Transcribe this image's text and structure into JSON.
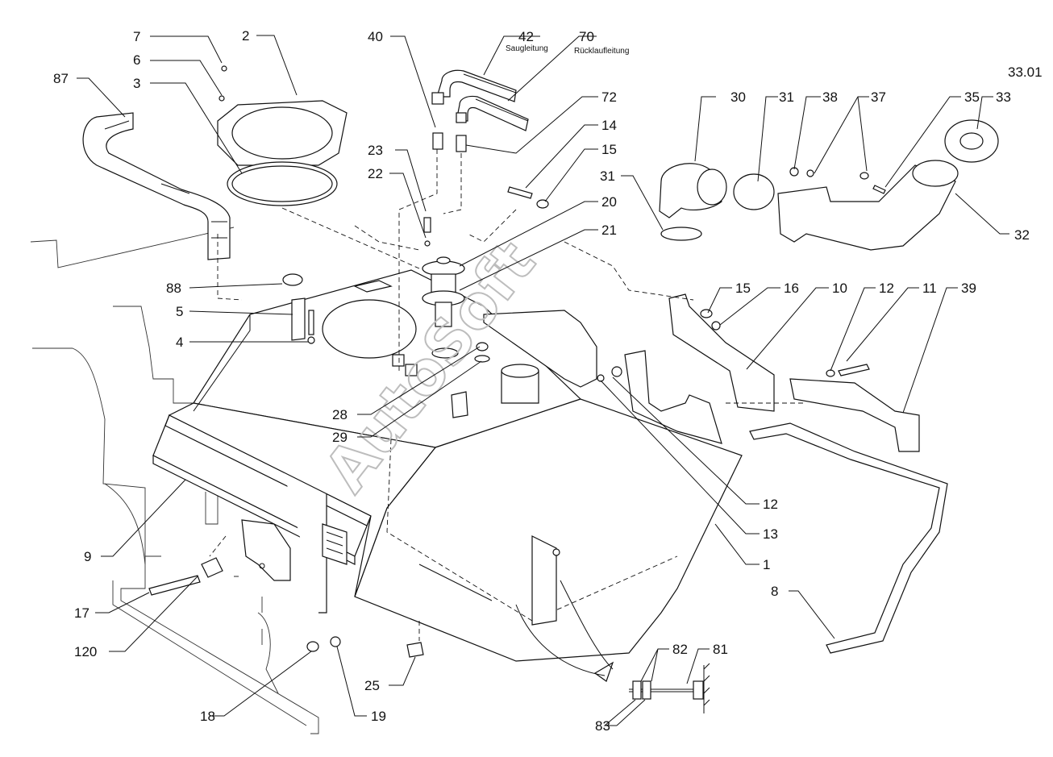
{
  "watermark": "AutoSoft",
  "hose_labels": {
    "suction": "Saugleitung",
    "return": "Rücklaufleitung"
  },
  "top_right_ref": "33.01",
  "callouts": {
    "c7": "7",
    "c6": "6",
    "c3": "3",
    "c2": "2",
    "c87": "87",
    "c40": "40",
    "c42": "42",
    "c70": "70",
    "c72": "72",
    "c14": "14",
    "c15a": "15",
    "c23": "23",
    "c22": "22",
    "c20": "20",
    "c21": "21",
    "c30": "30",
    "c31a": "31",
    "c38": "38",
    "c37": "37",
    "c35": "35",
    "c33": "33",
    "c32": "32",
    "c31b": "31",
    "c15b": "15",
    "c16": "16",
    "c10": "10",
    "c12a": "12",
    "c11": "11",
    "c39": "39",
    "c88": "88",
    "c5": "5",
    "c4": "4",
    "c28": "28",
    "c29": "29",
    "c12b": "12",
    "c13": "13",
    "c1": "1",
    "c8": "8",
    "c9": "9",
    "c17": "17",
    "c120": "120",
    "c18": "18",
    "c19": "19",
    "c25": "25",
    "c82": "82",
    "c81": "81",
    "c83": "83"
  }
}
